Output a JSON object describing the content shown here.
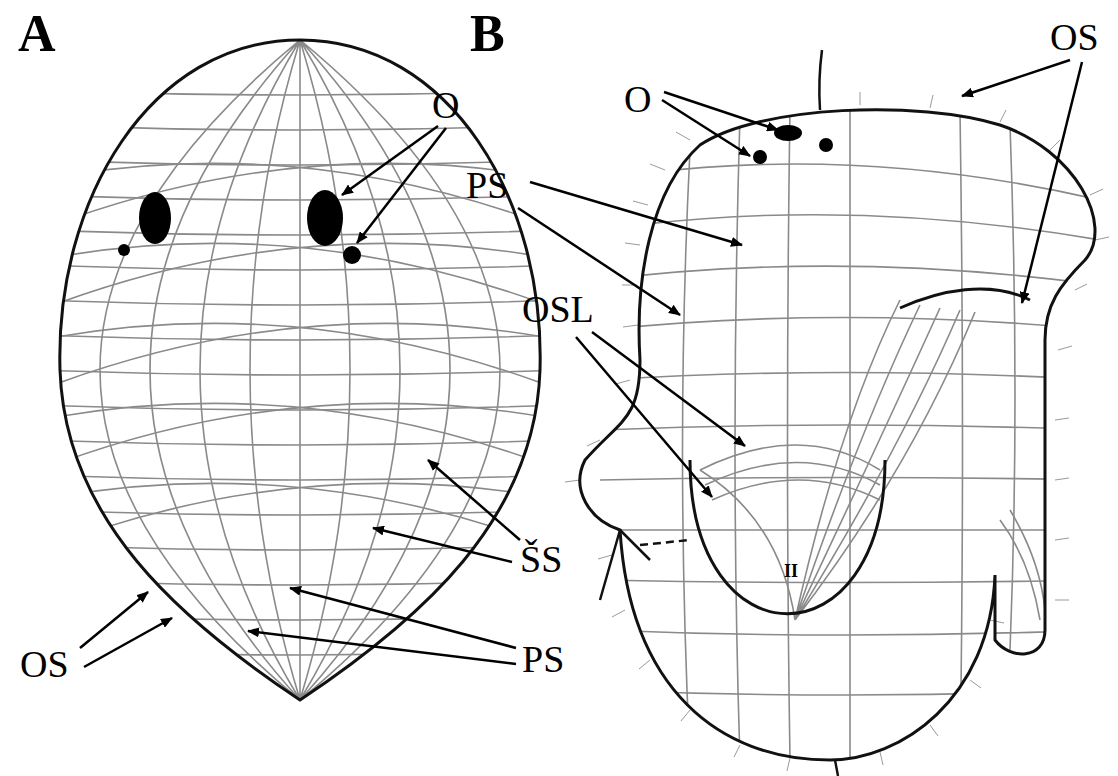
{
  "diagram": {
    "labels": [
      "A",
      "B",
      "O",
      "ŠS",
      "OS",
      "PS",
      "O",
      "PS",
      "OS",
      "OSL",
      "II"
    ]
  }
}
